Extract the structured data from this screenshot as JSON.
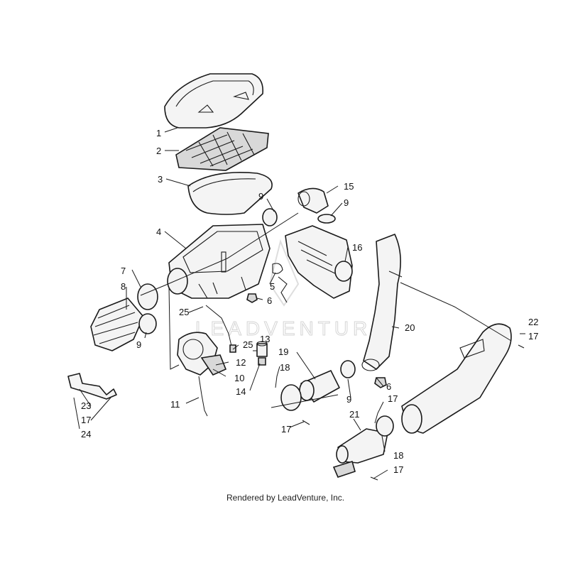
{
  "watermark": "LEADVENTURE",
  "credit": "Rendered by LeadVenture, Inc.",
  "callouts": {
    "c1": "1",
    "c2": "2",
    "c3": "3",
    "c4": "4",
    "c5": "5",
    "c6a": "6",
    "c6b": "6",
    "c7": "7",
    "c8": "8",
    "c9a": "9",
    "c9b": "9",
    "c9c": "9",
    "c9d": "9",
    "c10": "10",
    "c11": "11",
    "c12": "12",
    "c13": "13",
    "c14": "14",
    "c15": "15",
    "c16": "16",
    "c17a": "17",
    "c17b": "17",
    "c17c": "17",
    "c17d": "17",
    "c17e": "17",
    "c18a": "18",
    "c18b": "18",
    "c19": "19",
    "c20": "20",
    "c21": "21",
    "c22": "22",
    "c23": "23",
    "c24": "24",
    "c25a": "25",
    "c25b": "25"
  }
}
